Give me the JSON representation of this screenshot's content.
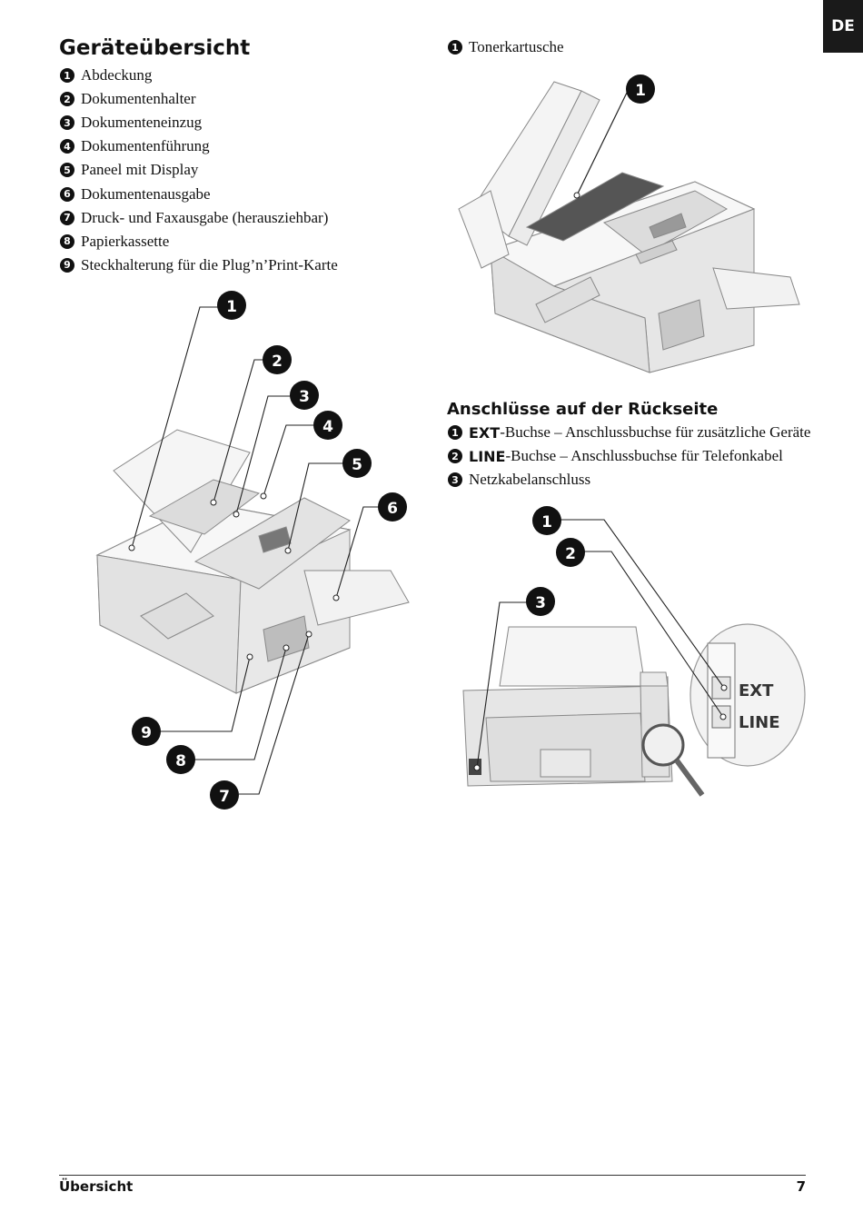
{
  "language_tab": "DE",
  "overview": {
    "title": "Geräteübersicht",
    "items": [
      {
        "num": "1",
        "text": "Abdeckung"
      },
      {
        "num": "2",
        "text": "Dokumentenhalter"
      },
      {
        "num": "3",
        "text": "Dokumenteneinzug"
      },
      {
        "num": "4",
        "text": "Dokumentenführung"
      },
      {
        "num": "5",
        "text": "Paneel mit Display"
      },
      {
        "num": "6",
        "text": "Dokumentenausgabe"
      },
      {
        "num": "7",
        "text": "Druck- und Faxausgabe (herausziehbar)"
      },
      {
        "num": "8",
        "text": "Papierkassette"
      },
      {
        "num": "9",
        "text": "Steckhalterung für die Plug’n’Print-Karte"
      }
    ],
    "callouts": [
      "1",
      "2",
      "3",
      "4",
      "5",
      "6",
      "7",
      "8",
      "9"
    ]
  },
  "toner": {
    "items": [
      {
        "num": "1",
        "text": "Tonerkartusche"
      }
    ],
    "callouts": [
      "1"
    ]
  },
  "rear": {
    "title": "Anschlüsse auf der Rückseite",
    "items": [
      {
        "num": "1",
        "bold": "EXT",
        "text": "-Buchse – Anschlussbuchse für zusätzliche Geräte"
      },
      {
        "num": "2",
        "bold": "LINE",
        "text": "-Buchse – Anschlussbuchse für Telefonkabel"
      },
      {
        "num": "3",
        "bold": "",
        "text": "Netzkabelanschluss"
      }
    ],
    "callouts": [
      "1",
      "2",
      "3"
    ],
    "port_labels": {
      "ext": "EXT",
      "line": "LINE"
    }
  },
  "footer": {
    "section": "Übersicht",
    "page": "7"
  }
}
